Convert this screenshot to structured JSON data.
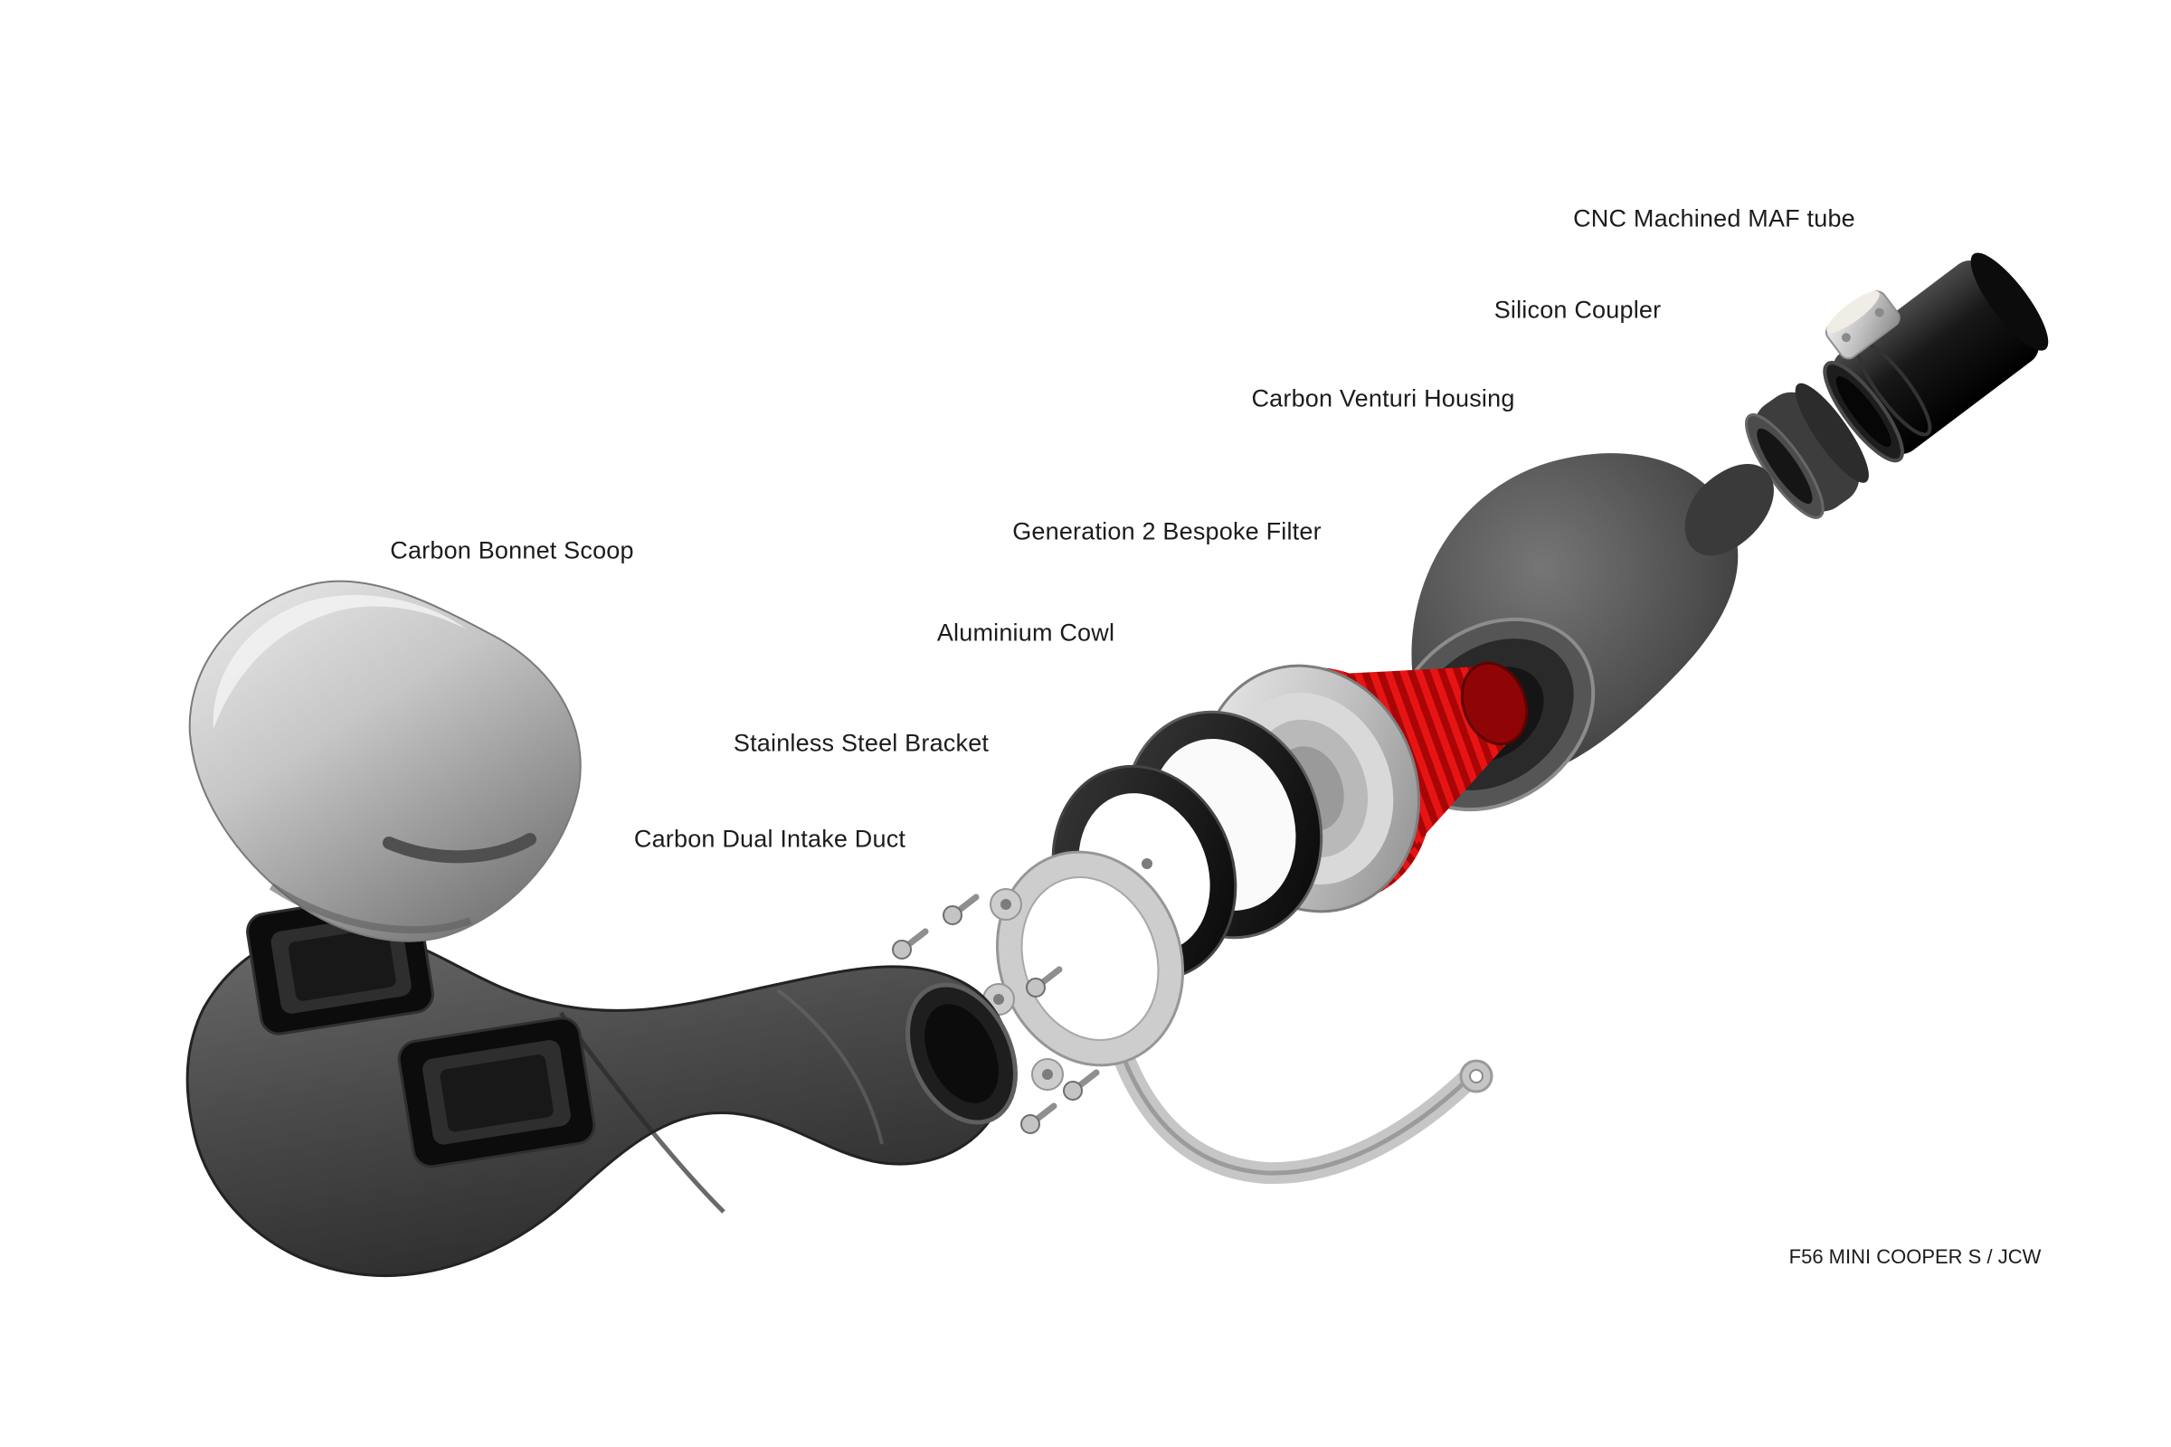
{
  "colors": {
    "background": "#ffffff",
    "label_text": "#1c1c1c",
    "filter_red": "#cc0b0b",
    "carbon_dark": "#3c3c3c",
    "silver": "#c9c9c9"
  },
  "diagram": {
    "caption": "F56 MINI COOPER S / JCW",
    "labels": [
      {
        "id": "maf-tube",
        "text": "CNC Machined MAF tube"
      },
      {
        "id": "silicon-coupler",
        "text": "Silicon Coupler"
      },
      {
        "id": "venturi-housing",
        "text": "Carbon Venturi Housing"
      },
      {
        "id": "bespoke-filter",
        "text": "Generation 2 Bespoke Filter"
      },
      {
        "id": "aluminium-cowl",
        "text": "Aluminium Cowl"
      },
      {
        "id": "steel-bracket",
        "text": "Stainless Steel Bracket"
      },
      {
        "id": "intake-duct",
        "text": "Carbon Dual Intake Duct"
      },
      {
        "id": "bonnet-scoop",
        "text": "Carbon Bonnet Scoop"
      }
    ]
  }
}
